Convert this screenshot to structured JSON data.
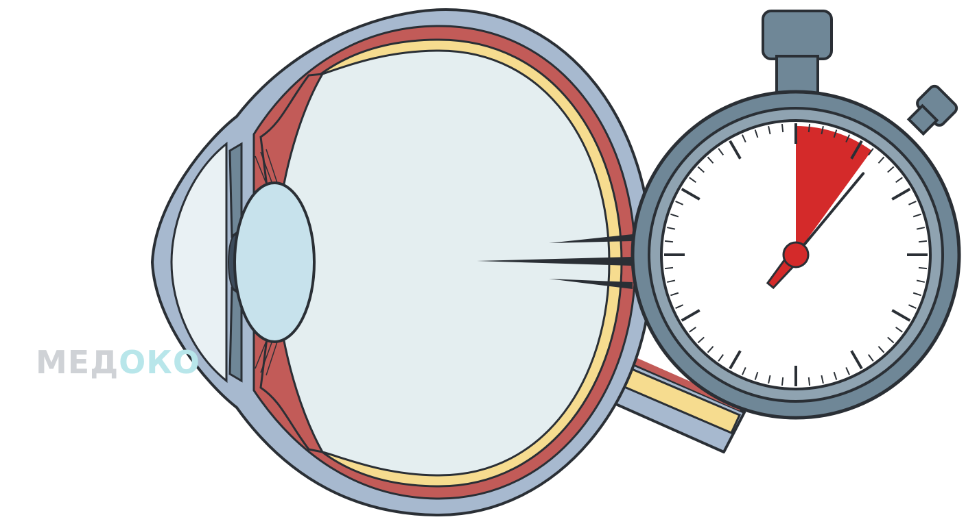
{
  "watermark": {
    "part1": "МЕД",
    "part2": "ОКО",
    "color_main": "#cfd2d6",
    "color_accent": "#b8e6ea",
    "accent_dot": "#f08aa6"
  },
  "illustration": {
    "subject": "eye-cross-section",
    "companion": "stopwatch",
    "colors": {
      "sclera": "#a7b9cf",
      "choroid": "#c25b58",
      "retina": "#f6dc8f",
      "vitreous": "#e4eef0",
      "lens": "#c7e2ec",
      "stopwatch_body": "#6f8797",
      "stopwatch_sector": "#d42a2a",
      "outline": "#2a2f35"
    },
    "stopwatch": {
      "elapsed_fraction": 0.1,
      "hand_fraction": 0.11
    }
  }
}
